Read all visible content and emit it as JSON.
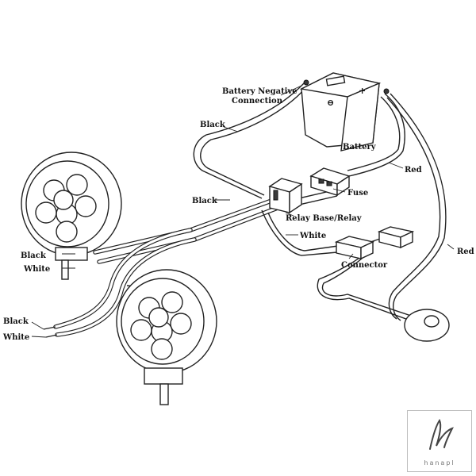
{
  "labels": {
    "battery_negative": "Battery Negative",
    "connection": "Connection",
    "battery": "Battery",
    "black_top": "Black",
    "red_top": "Red",
    "fuse": "Fuse",
    "black_mid": "Black",
    "relay": "Relay Base/Relay",
    "white_mid": "White",
    "black_lamp": "Black",
    "white_lamp": "White",
    "connector": "Connector",
    "red_right": "Red",
    "black_bottom": "Black",
    "white_bottom": "White"
  },
  "battery_terminals": {
    "negative": "⊖",
    "positive": "+"
  },
  "logo": {
    "text": "hanapl"
  },
  "colors": {
    "line": "#222222",
    "background": "#ffffff"
  }
}
